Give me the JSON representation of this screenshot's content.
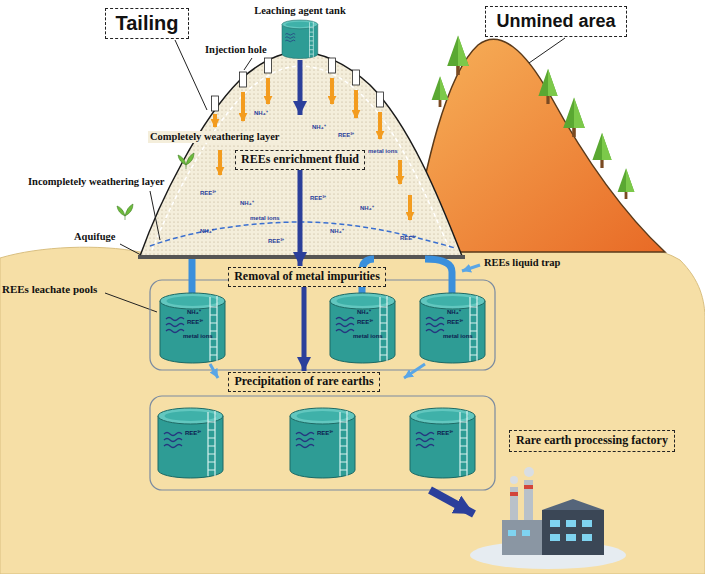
{
  "diagram": {
    "nodes": [
      {
        "text": [
          "Tailing"
        ]
      },
      {
        "text": [
          "Unmined area"
        ]
      },
      {
        "text": [
          "REEs enrichment fluid"
        ]
      },
      {
        "text": [
          "Removal of metal impurities"
        ]
      },
      {
        "text": [
          "Precipitation of rare earths"
        ]
      },
      {
        "text": [
          "Rare earth processing factory"
        ]
      }
    ],
    "edges": [
      {
        "from": 2,
        "to": 3,
        "arrow": "to"
      },
      {
        "from": 3,
        "to": 4,
        "arrow": "to"
      }
    ],
    "labels": [
      "Leaching agent tank",
      "Injection hole",
      "Completely weathering layer",
      "Incompletely weathering layer",
      "Aquifuge",
      "REEs leachate pools",
      "REEs liquid trap",
      "NH₄⁺",
      "NH₄⁺",
      "REE³⁺",
      "metal ions",
      "REE³⁺",
      "NH₄⁺",
      "REE³⁺",
      "metal ions",
      "NH₄⁺",
      "NH₄⁺",
      "NH₄⁺",
      "REE³⁺",
      "REE³⁺",
      "NH₄⁺",
      "REE³⁺",
      "metal ions",
      "NH₄⁺",
      "REE³⁺",
      "metal ions",
      "NH₄⁺",
      "REE³⁺",
      "metal ions",
      "REE³⁺",
      "REE³⁺",
      "REE³⁺"
    ]
  }
}
